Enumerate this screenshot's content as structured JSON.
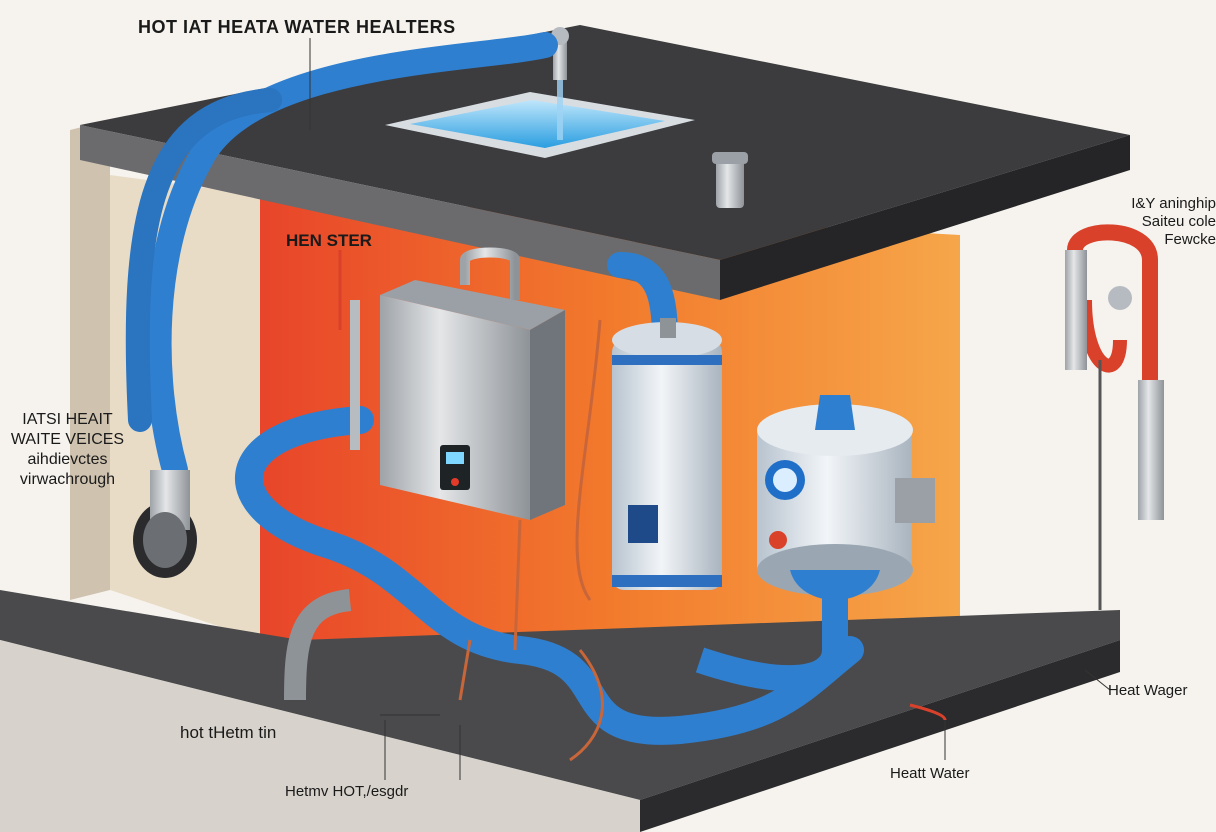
{
  "title": "HOT IAT HEATA WATER HEALTERS",
  "colors": {
    "background": "#f6f3ee",
    "pipe_blue": "#2f7fd0",
    "pipe_red": "#d9412b",
    "shelf": "#3a3a3c",
    "wall_orange": "#f07a2a",
    "steel": "#c9ccd0"
  },
  "labels": {
    "heater_label": "HEN STER",
    "left_block": [
      "IATSI HEAIT",
      "WAITE VEICES",
      "aihdievctes",
      "virwachrough"
    ],
    "right_top": [
      "I&Y aninghip",
      "Saiteu cole",
      "Fewcke"
    ],
    "right_mid": "Heat Wager",
    "bottom_left": "hot tHetm tin",
    "bottom_center": "Hetmv HOT,/esgdr",
    "bottom_right": "Heatt Water"
  },
  "icons": [
    "faucet-icon",
    "thermostat-display-icon",
    "gauge-icon",
    "valve-icon"
  ]
}
